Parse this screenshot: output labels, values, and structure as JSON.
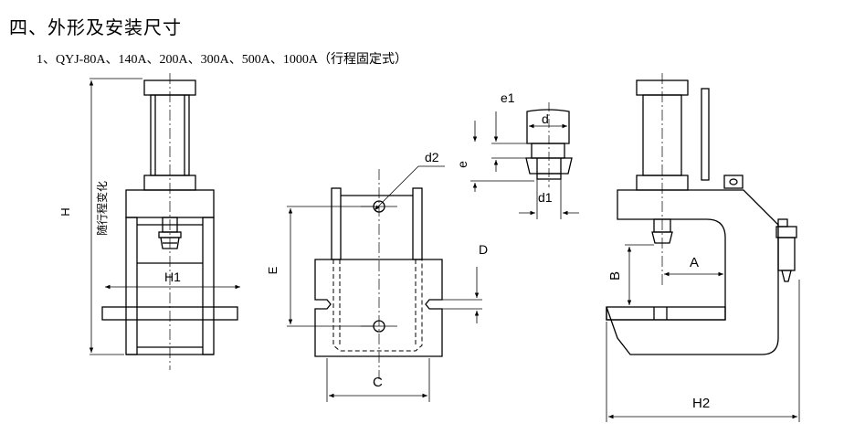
{
  "heading": "四、外形及安装尺寸",
  "subheading": "1、QYJ-80A、140A、200A、300A、500A、1000A（行程固定式）",
  "labels": {
    "H": "H",
    "stroke_note": "随行程变化",
    "H1": "H1",
    "E": "E",
    "d2": "d2",
    "D": "D",
    "C": "C",
    "e1": "e1",
    "d": "d",
    "e": "e",
    "d1": "d1",
    "A": "A",
    "B": "B",
    "H2": "H2"
  }
}
